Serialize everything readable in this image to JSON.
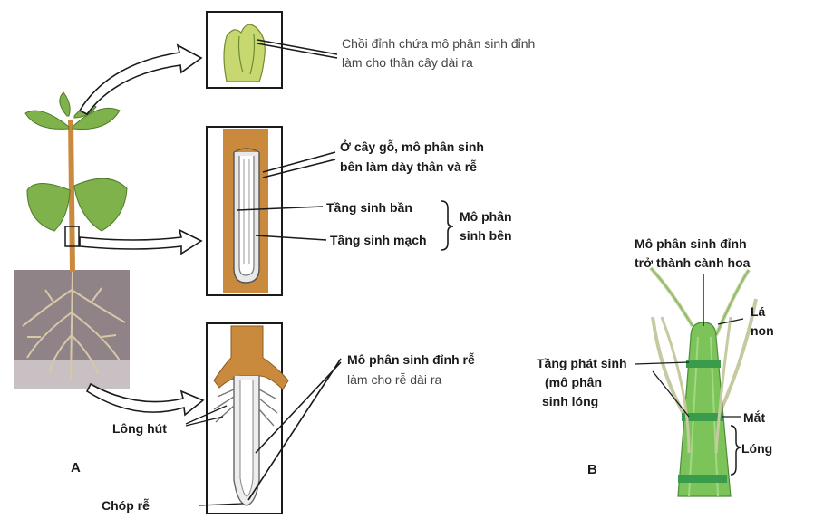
{
  "panel_a": {
    "letter": "A",
    "apex_label": [
      "Chồi đỉnh chứa mô phân sinh đỉnh",
      "làm cho thân cây dài ra"
    ],
    "lateral_label": [
      "Ở cây gỗ, mô phân sinh",
      "bên làm dày thân và rễ"
    ],
    "cork_cambium": "Tầng sinh bần",
    "vascular_cambium": "Tầng sinh mạch",
    "lateral_group": [
      "Mô phân",
      "sinh bên"
    ],
    "root_apex_label": [
      "Mô phân sinh đỉnh rễ",
      "làm cho rễ dài ra"
    ],
    "root_hair": "Lông hút",
    "root_cap": "Chóp rễ"
  },
  "panel_b": {
    "letter": "B",
    "flower_meristem": [
      "Mô phân sinh đỉnh",
      "trở thành cành hoa"
    ],
    "young_leaf": [
      "Lá",
      "non"
    ],
    "intercalary": [
      "Tầng phát sinh",
      "(mô phân",
      "sinh lóng"
    ],
    "node": "Mắt",
    "internode": "Lóng"
  },
  "colors": {
    "stem": "#c98a3e",
    "leaf": "#7fb24a",
    "bud": "#c8d870",
    "soil": "#8a7a80",
    "bamboo": "#7cc45a",
    "band": "#3a9c4a",
    "outline": "#1a1a1a"
  }
}
